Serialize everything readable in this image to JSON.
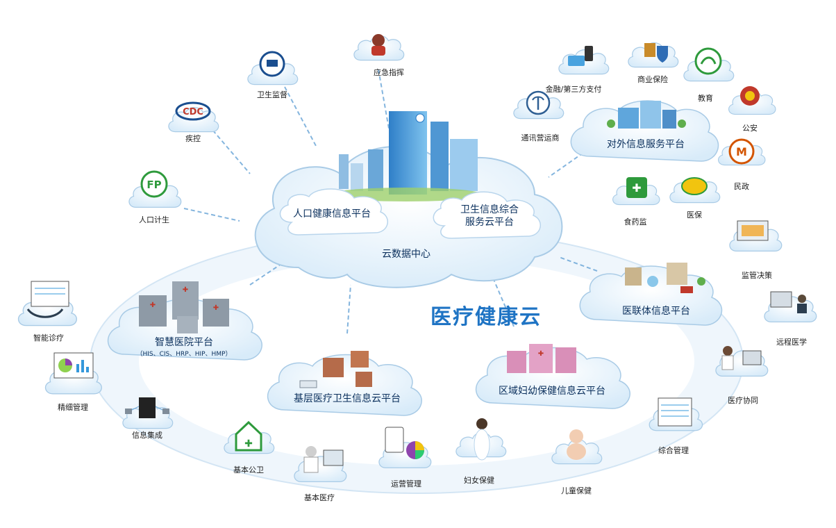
{
  "title": "医疗健康云",
  "center": {
    "name": "云数据中心",
    "left_platform": "人口健康信息平台",
    "right_platform_line1": "卫生信息综合",
    "right_platform_line2": "服务云平台"
  },
  "platforms": {
    "external": "对外信息服务平台",
    "smart_hospital": "智慧医院平台",
    "smart_hospital_sub": "（HIS、CIS、HRP、HIP、HMP）",
    "grassroots": "基层医疗卫生信息云平台",
    "maternal": "区域妇幼保健信息云平台",
    "alliance": "医联体信息平台"
  },
  "nodes": {
    "emergency": "应急指挥",
    "health_supervision": "卫生监督",
    "cdc": "疾控",
    "family_planning": "人口计生",
    "finance": "金融/第三方支付",
    "commercial_insurance": "商业保险",
    "education": "教育",
    "telecom": "通讯营运商",
    "public_security": "公安",
    "civil_affairs": "民政",
    "drug_admin": "食药监",
    "medical_insurance": "医保",
    "regulation": "监管决策",
    "telemedicine": "远程医学",
    "collaboration": "医疗协同",
    "integrated_mgmt": "综合管理",
    "child_care": "儿童保健",
    "women_care": "妇女保健",
    "operations": "运营管理",
    "basic_medical": "基本医疗",
    "basic_public_health": "基本公卫",
    "info_integration": "信息集成",
    "fine_mgmt": "精细管理",
    "smart_diagnosis": "智能诊疗"
  },
  "colors": {
    "cloud_fill": "#e7f3fc",
    "cloud_stroke": "#a9cbe6",
    "arrow": "#6ea8d8",
    "title": "#1f74c4",
    "platform_text": "#0a2f5c"
  },
  "icons": {
    "cdc": "cdc-logo-icon",
    "family_planning": "family-planning-logo-icon",
    "health_supervision": "health-supervision-emblem-icon",
    "emergency": "call-center-operator-icon",
    "finance": "bank-card-phone-icon",
    "commercial_insurance": "insurance-shield-icon",
    "education": "education-emblem-icon",
    "telecom": "signal-tower-icon",
    "public_security": "police-badge-icon",
    "civil_affairs": "civil-affairs-logo-icon",
    "drug_admin": "drug-admin-logo-icon",
    "medical_insurance": "medical-insurance-logo-icon",
    "regulation": "chart-monitor-icon",
    "telemedicine": "video-conference-icon",
    "collaboration": "doctors-collaboration-icon",
    "integrated_mgmt": "dashboard-screen-icon",
    "child_care": "baby-icon",
    "women_care": "pregnant-woman-icon",
    "operations": "tablet-pie-chart-icon",
    "basic_medical": "doctor-computer-icon",
    "basic_public_health": "public-health-house-icon",
    "info_integration": "server-network-icon",
    "fine_mgmt": "analytics-monitor-icon",
    "smart_diagnosis": "stethoscope-monitor-icon"
  }
}
